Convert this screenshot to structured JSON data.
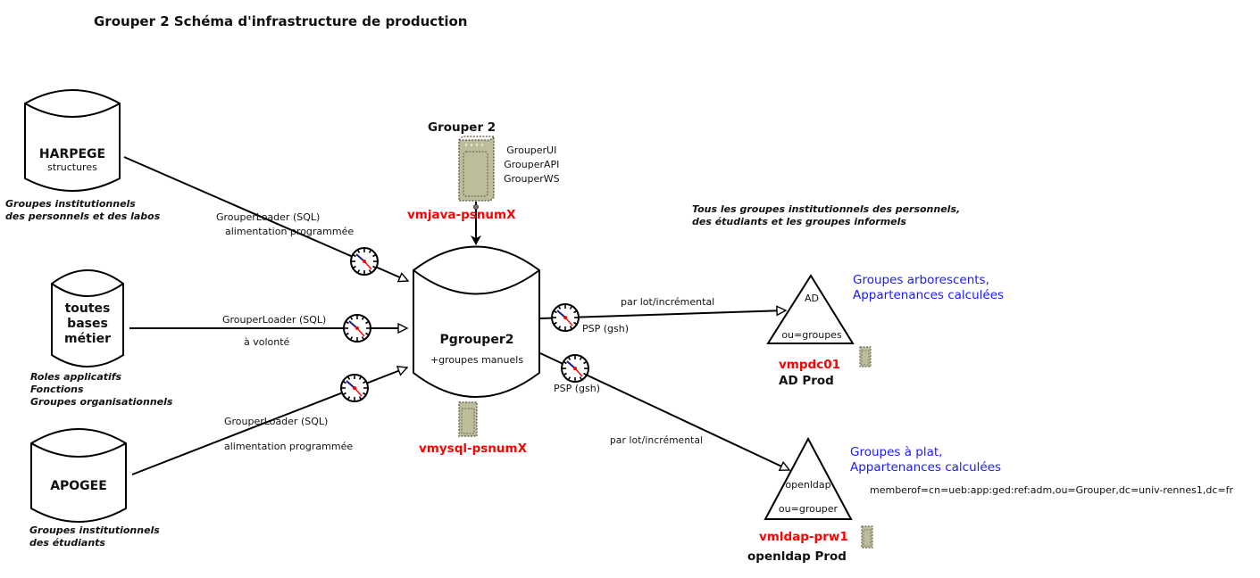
{
  "title": "Grouper 2 Schéma d'infrastructure de production",
  "sources": [
    {
      "name": "HARPEGE",
      "subtitle": "structures",
      "note": [
        "Groupes institutionnels",
        "des personnels et des labos"
      ],
      "link": {
        "line1": "GrouperLoader (SQL)",
        "line2": "alimentation programmée"
      }
    },
    {
      "name_lines": [
        "toutes",
        "bases",
        "métier"
      ],
      "note": [
        "Roles applicatifs",
        "Fonctions",
        "Groupes organisationnels"
      ],
      "link": {
        "line1": "GrouperLoader (SQL)",
        "line2": "à volonté"
      }
    },
    {
      "name": "APOGEE",
      "note": [
        "Groupes institutionnels",
        "des étudiants"
      ],
      "link": {
        "line1": "GrouperLoader (SQL)",
        "line2": "alimentation programmée"
      }
    }
  ],
  "grouper_app": {
    "title": "Grouper 2",
    "components": [
      "GrouperUI",
      "GrouperAPI",
      "GrouperWS"
    ],
    "host": "vmjava-psnumX"
  },
  "central_db": {
    "name": "Pgrouper2",
    "subtitle": "+groupes manuels",
    "host": "vmysql-psnumX"
  },
  "targets_note": [
    "Tous les groupes institutionnels des personnels,",
    "des étudiants et les groupes informels"
  ],
  "targets": [
    {
      "shape_top": "AD",
      "shape_bottom": "ou=groupes",
      "host": "vmpdc01",
      "name": "AD Prod",
      "description": [
        "Groupes arborescents,",
        "Appartenances calculées"
      ],
      "link_label": "par lot/incrémental",
      "sync_label": "PSP (gsh)"
    },
    {
      "shape_top": "openldap",
      "shape_bottom": "ou=grouper",
      "host": "vmldap-prw1",
      "name": "openldap Prod",
      "description": [
        "Groupes à plat,",
        "Appartenances calculées"
      ],
      "attribute_example": "memberof=cn=ueb:app:ged:ref:adm,ou=Grouper,dc=univ-rennes1,dc=fr",
      "link_label": "par lot/incrémental",
      "sync_label": "PSP (gsh)"
    }
  ],
  "icons": {
    "scheduler": "clock-icon",
    "server": "server-icon",
    "database": "database-cylinder-icon",
    "directory": "directory-triangle-icon"
  },
  "colors": {
    "host_label": "#ff0000",
    "description": "#1a1aff",
    "server_fill": "#bdbd9c",
    "clock_hand_blue": "#1a1a99",
    "clock_hand_red": "#ff0000"
  }
}
